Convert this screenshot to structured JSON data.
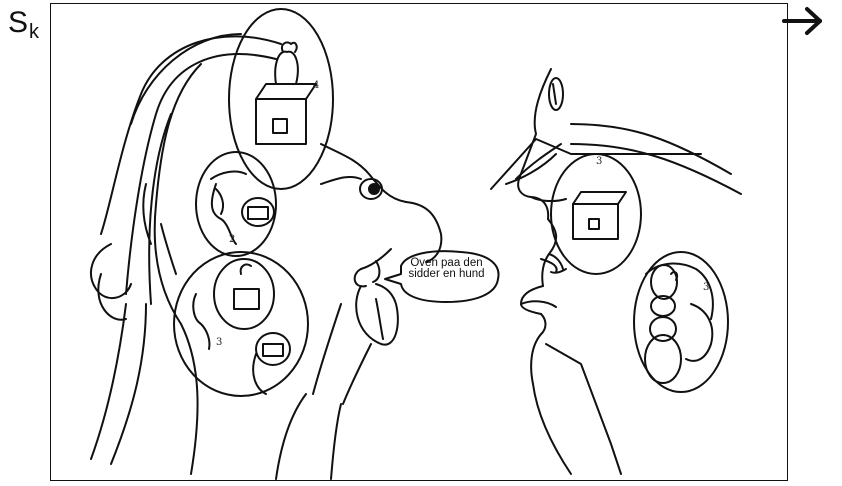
{
  "header": {
    "symbol": "S",
    "subscript": "k"
  },
  "navigation": {
    "arrow_icon": "right-arrow-icon"
  },
  "figure": {
    "speech_bubble": {
      "line1": "Oven paa den",
      "line2": "sidder en hund"
    },
    "circle_numbers": {
      "top": "4",
      "middle": "2",
      "bottom": "3",
      "right_head": "3",
      "small_right": "3"
    }
  }
}
